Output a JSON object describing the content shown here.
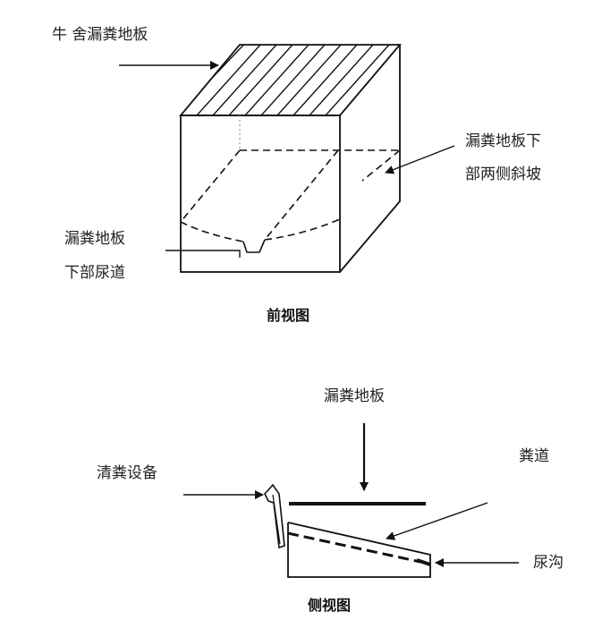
{
  "front_view": {
    "caption": "前视图",
    "label_floor": "牛 舍漏粪地板",
    "label_slope_line1": "漏粪地板下",
    "label_slope_line2": "部两侧斜坡",
    "label_urine_line1": "漏粪地板",
    "label_urine_line2": "下部尿道"
  },
  "side_view": {
    "caption": "侧视图",
    "label_floor": "漏粪地板",
    "label_channel": "粪道",
    "label_cleaner": "清粪设备",
    "label_ditch": "尿沟"
  },
  "colors": {
    "ink": "#111111",
    "text": "#222222"
  }
}
